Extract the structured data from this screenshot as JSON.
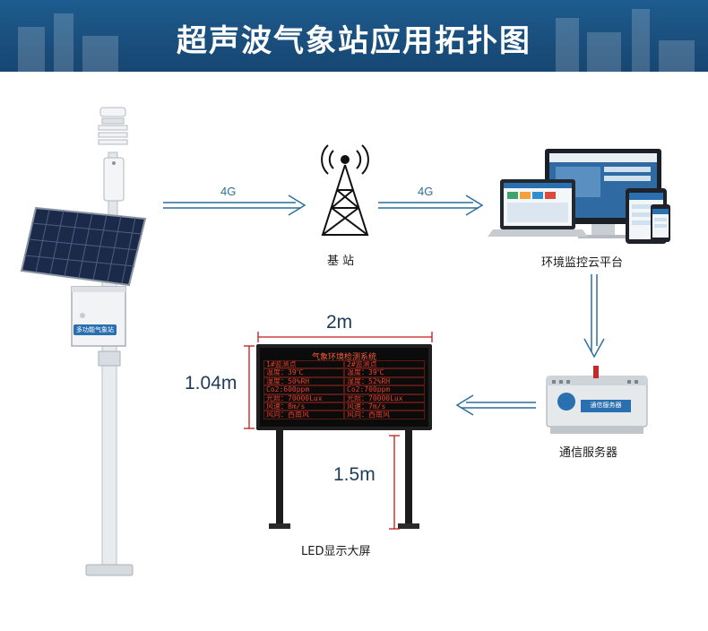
{
  "banner": {
    "title": "超声波气象站应用拓扑图"
  },
  "arrows": {
    "link1": "4G",
    "link2": "4G"
  },
  "nodes": {
    "base_station": "基 站",
    "cloud_platform": "环境监控云平台",
    "comm_server": "通信服务器",
    "led_screen": "LED显示大屏"
  },
  "dimensions": {
    "width": "2m",
    "height": "1.04m",
    "pole_height": "1.5m"
  },
  "station": {
    "badge": "多功能气象站"
  },
  "led": {
    "title": "气象环境检测系统",
    "rows": [
      [
        "1#监测点",
        "2#监测点"
      ],
      [
        "温度：39℃",
        "温度：39℃"
      ],
      [
        "湿度：50%RH",
        "湿度：52%RH"
      ],
      [
        "Co2:600ppm",
        "Co2:700ppm"
      ],
      [
        "光照：70000Lux",
        "光照：70000Lux"
      ],
      [
        "风速：8m/s",
        "风速：7m/s"
      ],
      [
        "风向：西南风",
        "风向：西南风"
      ]
    ]
  },
  "colors": {
    "banner": "#1a4f7d",
    "arrow": "#2d6f9a",
    "led_text": "#e8412c",
    "dim_line": "#c41a1a"
  },
  "server_device": {
    "label": "通信服务器"
  }
}
